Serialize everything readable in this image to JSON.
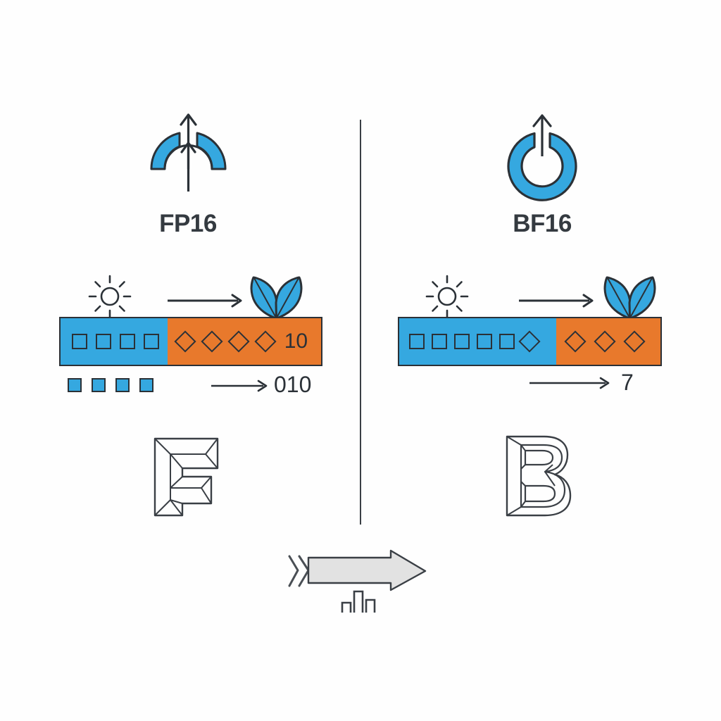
{
  "diagram": {
    "title": "FP16 vs BF16 floating point format comparison",
    "colors": {
      "blue": "#35a8e0",
      "orange": "#e8792c",
      "ink": "#2b3137",
      "background": "#fefefe",
      "arrow_fill": "#e2e2e2"
    }
  },
  "divider": {
    "name": "vertical-divider"
  },
  "panels": [
    {
      "id": "fp16",
      "label": "FP16",
      "icon_name": "arc-gauge-up-arrow-icon",
      "sun_icon": "sun-icon",
      "leaf_icon": "leaf-icon",
      "flow_arrow": "right-arrow-icon",
      "bar": {
        "blue_squares": 4,
        "orange_diamonds": 4,
        "inline_number": "10",
        "blue_width_pct": 41,
        "orange_width_pct": 59
      },
      "mini_squares": 4,
      "below_arrow": "right-arrow-icon",
      "below_number": "010",
      "big_letter": "F"
    },
    {
      "id": "bf16",
      "label": "BF16",
      "icon_name": "donut-ring-up-arrow-icon",
      "sun_icon": "sun-icon",
      "leaf_icon": "leaf-icon",
      "flow_arrow": "right-arrow-icon",
      "bar": {
        "blue_squares": 5,
        "blue_diamonds": 1,
        "orange_diamonds": 3,
        "inline_number": "",
        "blue_width_pct": 60,
        "orange_width_pct": 40
      },
      "mini_squares": 0,
      "below_arrow": "right-arrow-icon",
      "below_number": "7",
      "big_letter": "B"
    }
  ],
  "footer": {
    "arrow_name": "thick-right-arrow-icon",
    "chevron_name": "double-chevron-icon",
    "bars_glyph_name": "bar-chart-glyph-icon"
  }
}
